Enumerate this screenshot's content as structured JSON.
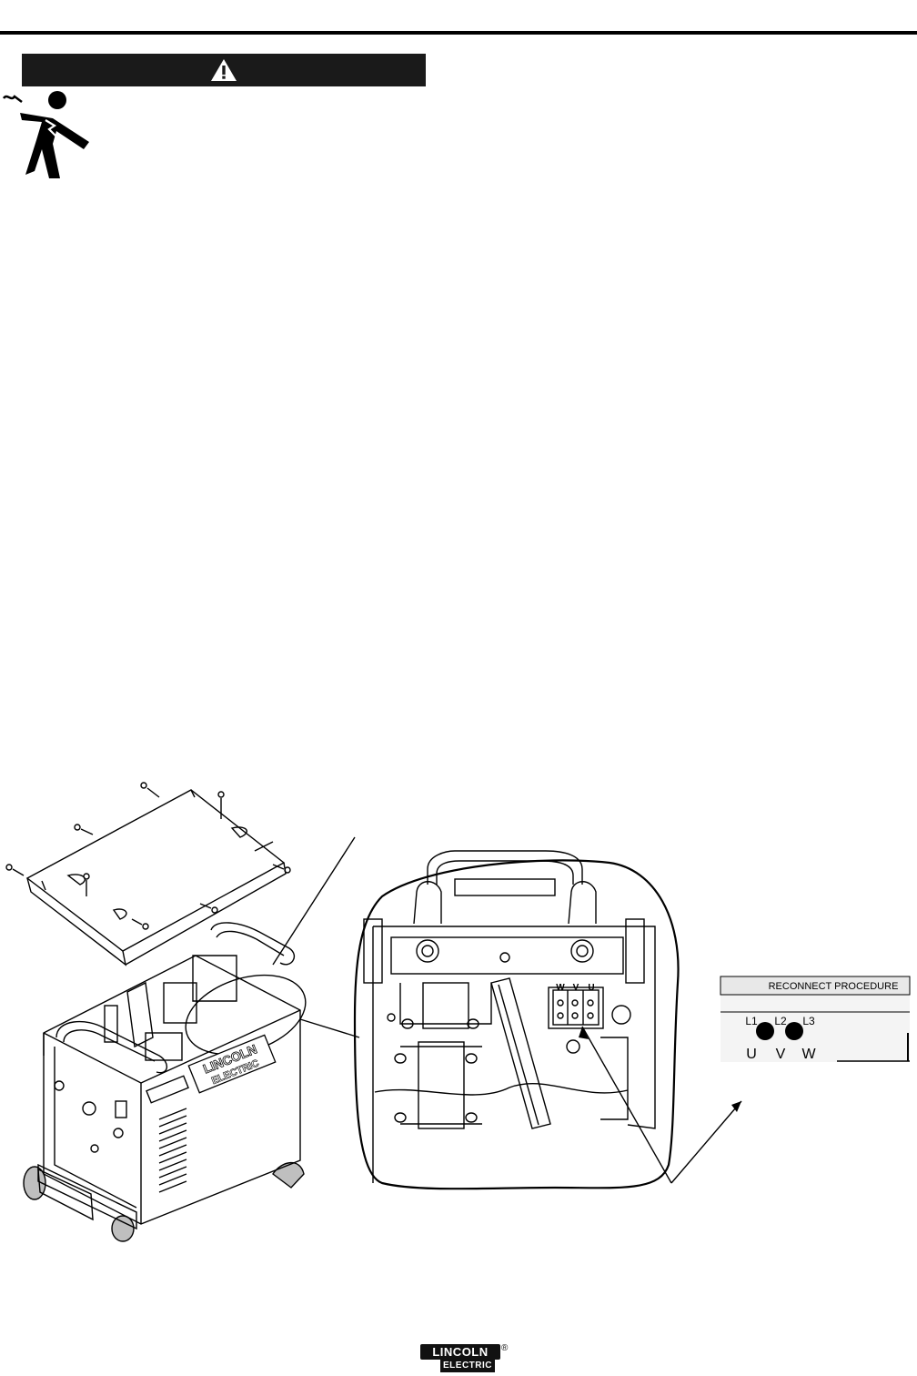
{
  "reconnect": {
    "title": "RECONNECT PROCEDURE",
    "top_labels": [
      "L1",
      "L2",
      "L3"
    ],
    "bottom_labels": [
      "U",
      "V",
      "W"
    ]
  },
  "terminal_block": {
    "labels": [
      "W",
      "V",
      "U"
    ]
  },
  "machine": {
    "nameplate_line1": "LINCOLN",
    "nameplate_line2": "ELECTRIC"
  },
  "footer": {
    "brand_line1": "LINCOLN",
    "brand_line2": "ELECTRIC",
    "registered": "®"
  }
}
